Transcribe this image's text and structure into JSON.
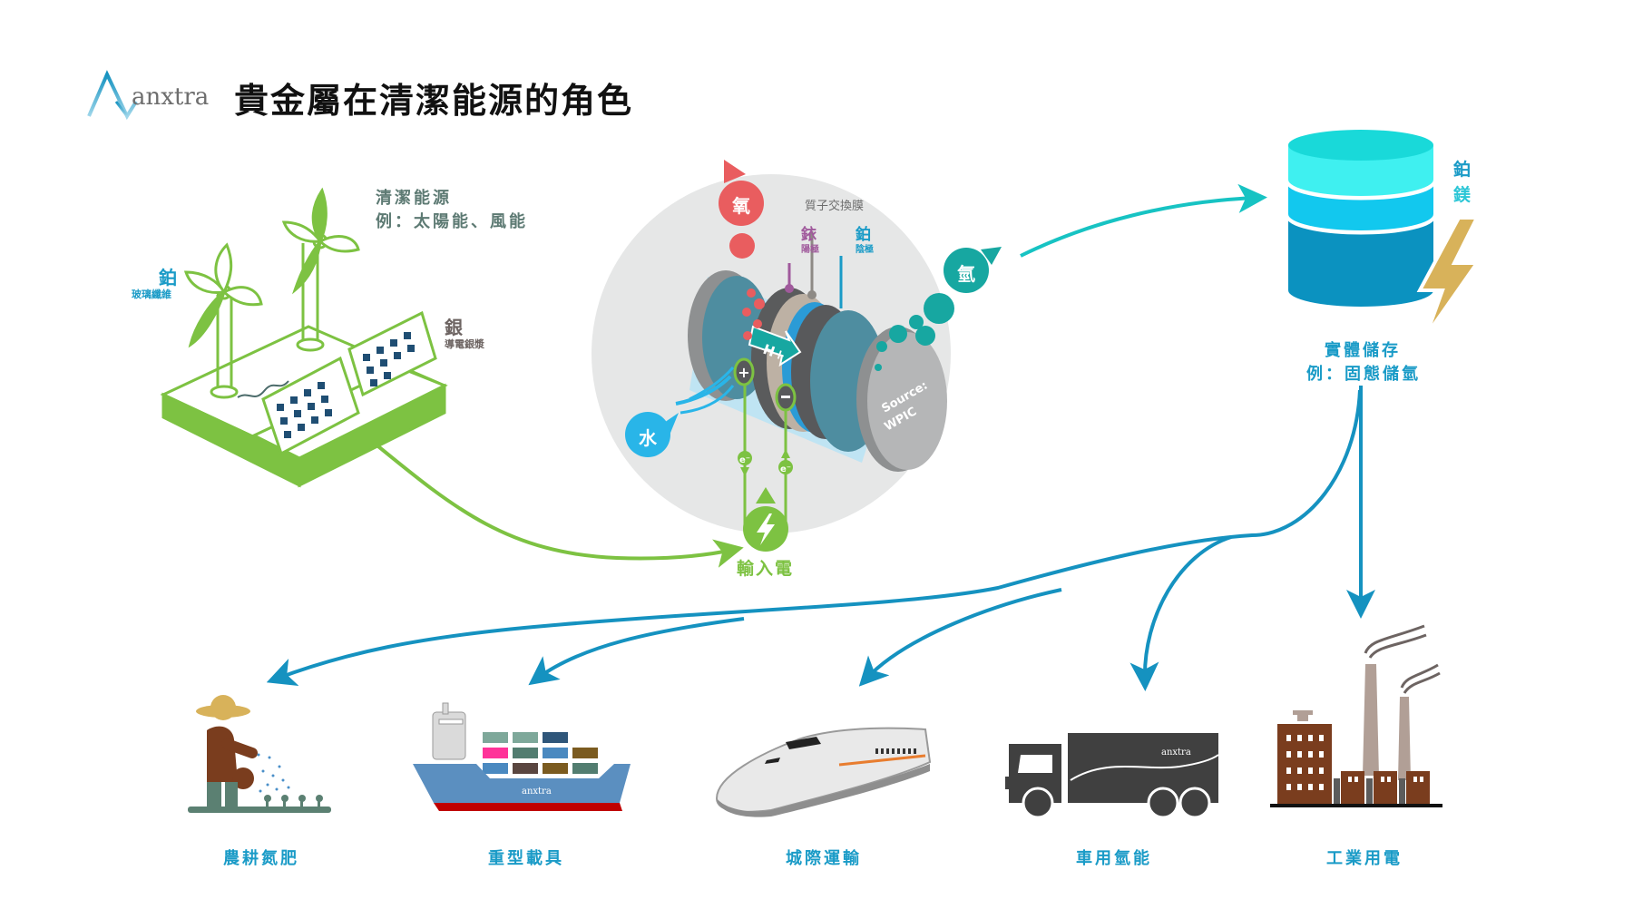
{
  "header": {
    "logo": "anxtra",
    "title": "貴金屬在清潔能源的角色"
  },
  "clean_energy": {
    "title": "清潔能源",
    "example": "例：太陽能、風能",
    "metal_1": {
      "name": "鉑",
      "use": "玻璃纖維"
    },
    "metal_2": {
      "name": "銀",
      "use": "導電銀漿"
    }
  },
  "electrolyzer": {
    "oxygen": "氧",
    "water": "水",
    "hydrogen": "氫",
    "membrane": "質子交換膜",
    "anode_metal": {
      "name": "銥",
      "role": "陽極"
    },
    "cathode_metal": {
      "name": "鉑",
      "role": "陰極"
    },
    "proton": "H+",
    "plus": "+",
    "minus": "−",
    "electron": "e⁻",
    "source_credit": "Source: WPIC",
    "power_input": "輸入電"
  },
  "storage": {
    "title": "實體儲存",
    "example": "例：固態儲氫",
    "metals": [
      "鉑",
      "鎂"
    ]
  },
  "applications": [
    {
      "label": "農耕氮肥",
      "icon": "farmer-icon"
    },
    {
      "label": "重型載具",
      "icon": "cargo-ship-icon"
    },
    {
      "label": "城際運輸",
      "icon": "bullet-train-icon"
    },
    {
      "label": "車用氫能",
      "icon": "truck-icon"
    },
    {
      "label": "工業用電",
      "icon": "factory-icon"
    }
  ],
  "colors": {
    "green": "#7dc242",
    "blue_arrow": "#1592c0",
    "teal": "#17a7a1",
    "oxygen_red": "#e95d5f",
    "water_blue": "#29b5e8",
    "iridium_purple": "#a05a9c",
    "gold_bolt": "#d8b25a",
    "ring_grey": "#e6e7e7"
  }
}
